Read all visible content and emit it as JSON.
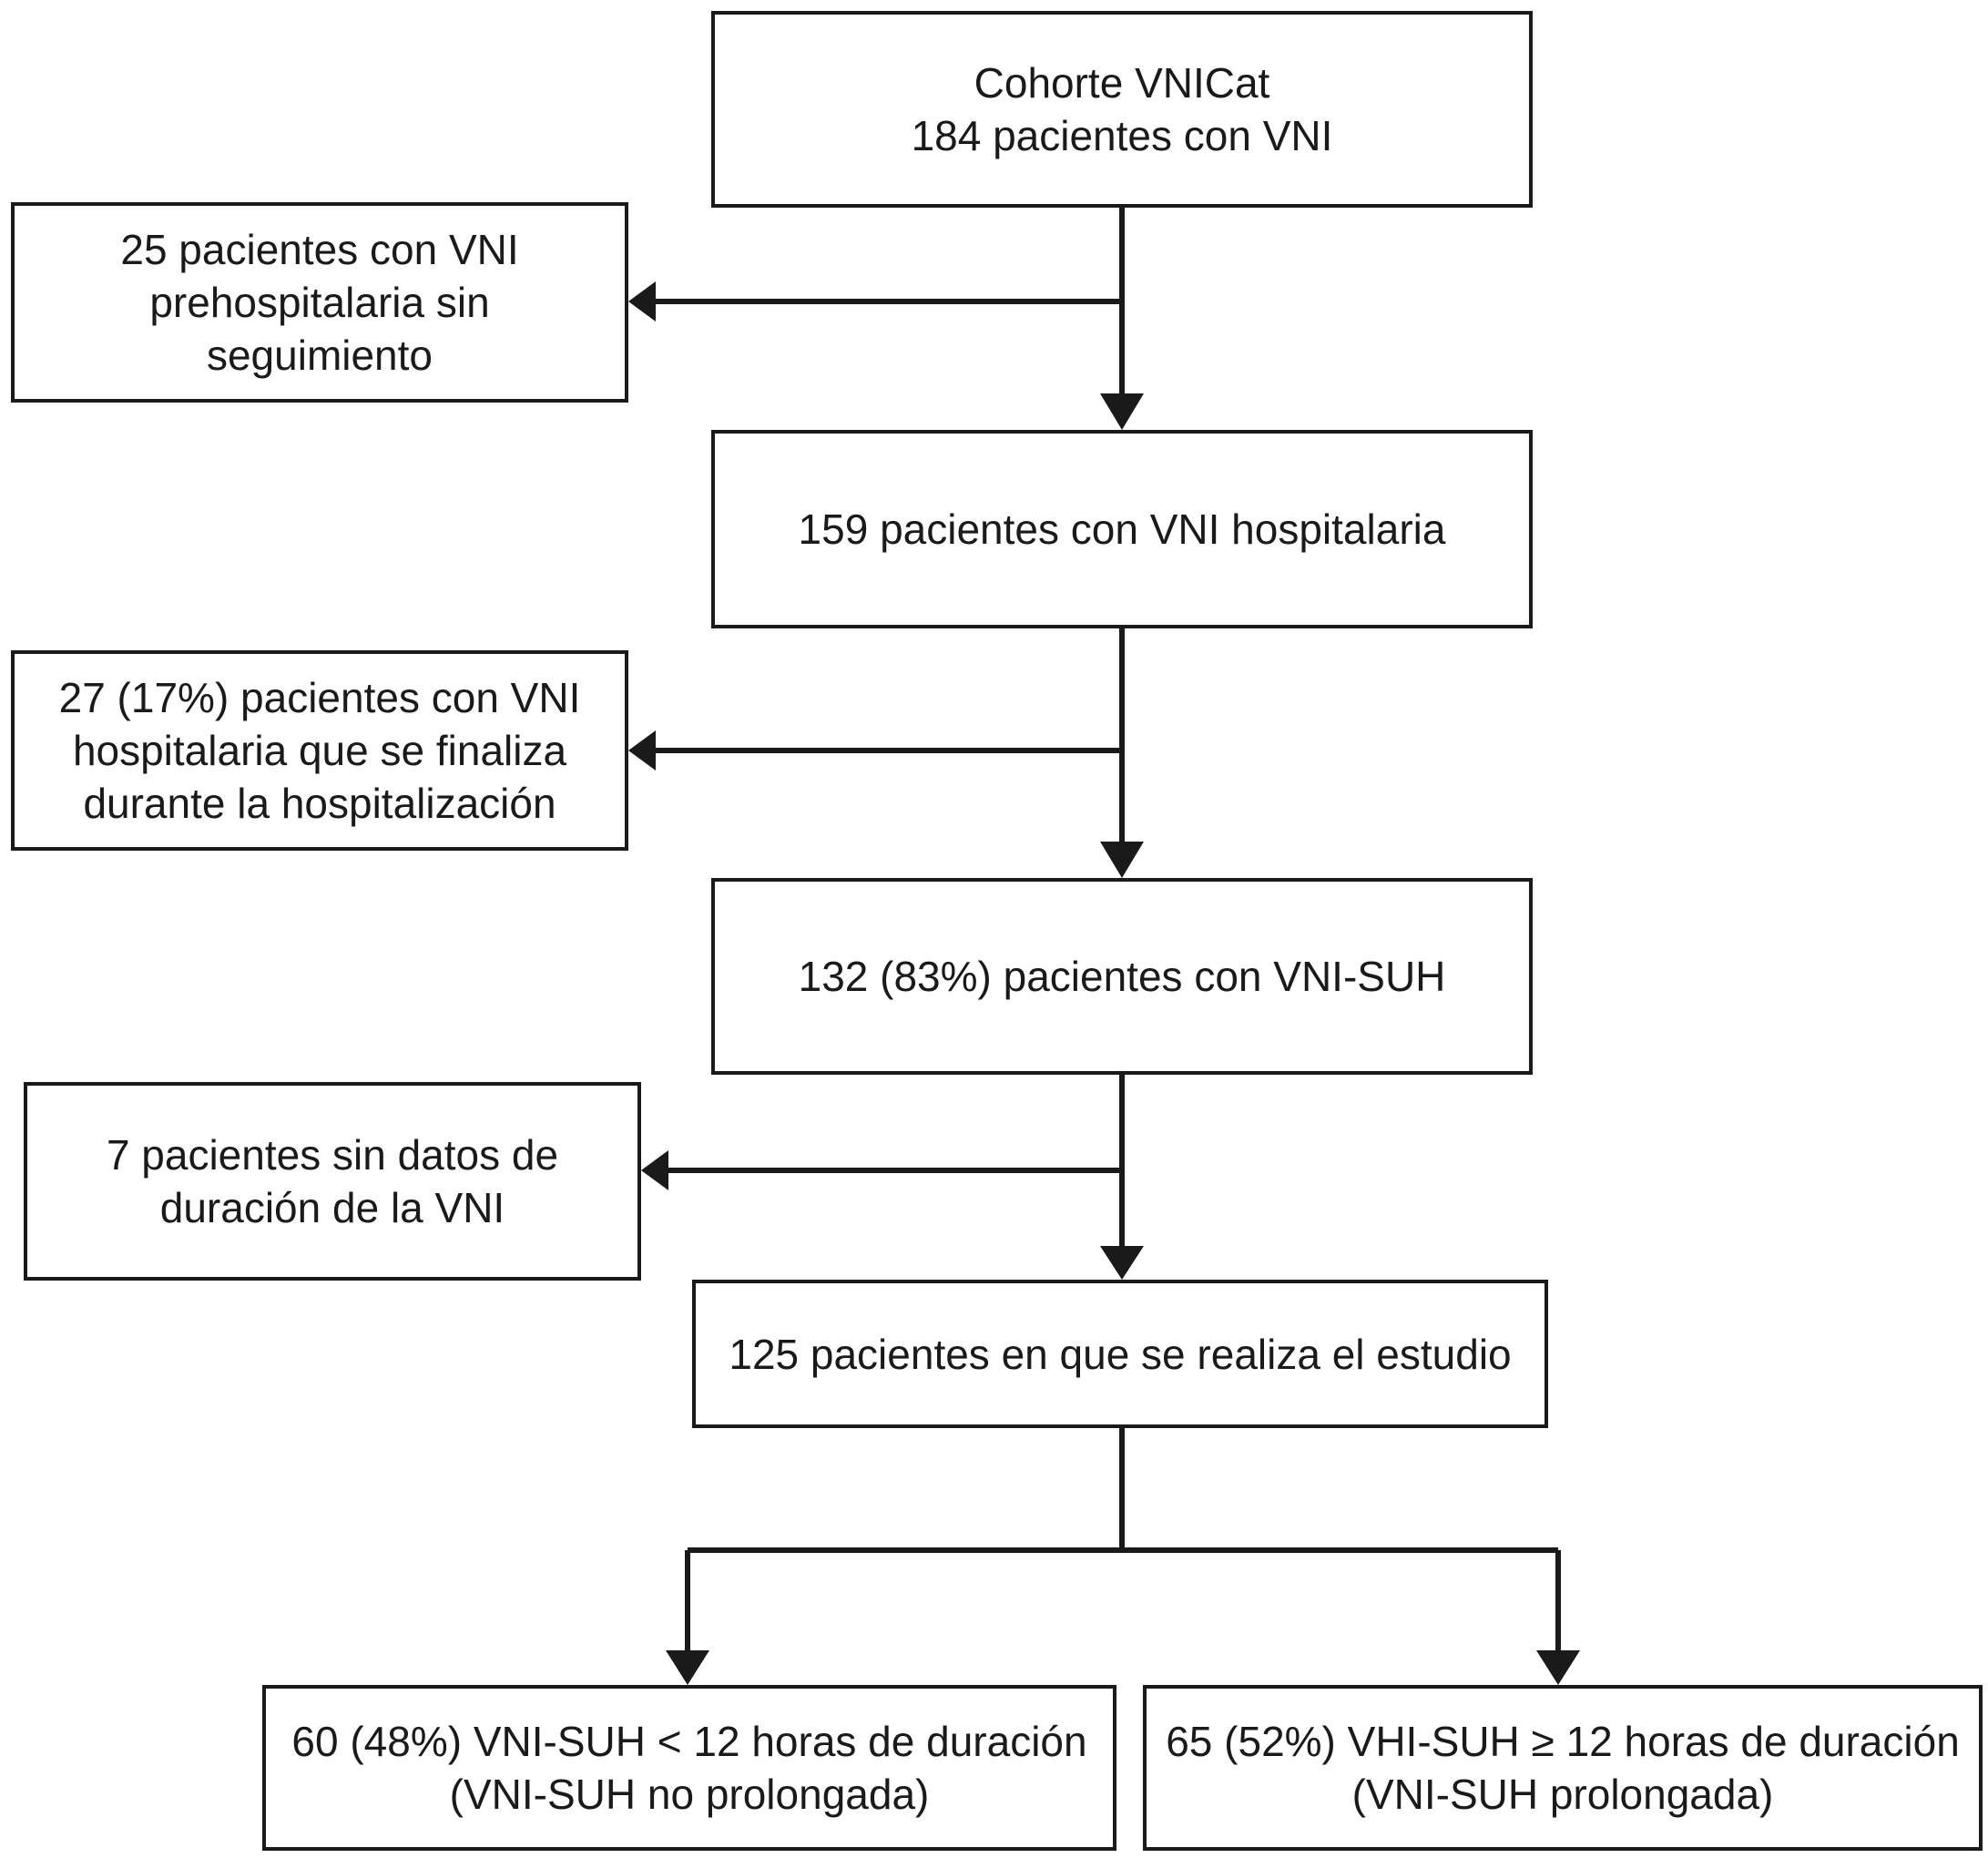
{
  "boxes": {
    "cohort": {
      "lines": [
        "Cohorte VNICat",
        "184 pacientes con VNI"
      ]
    },
    "excluded_prehospital": {
      "lines": [
        "25 pacientes con VNI",
        "prehospitalaria sin",
        "seguimiento"
      ]
    },
    "hospital": {
      "lines": [
        "159 pacientes con VNI hospitalaria"
      ]
    },
    "excluded_hospital_end": {
      "lines": [
        "27 (17%) pacientes con VNI",
        "hospitalaria que se finaliza",
        "durante la hospitalización"
      ]
    },
    "vni_suh": {
      "lines": [
        "132 (83%) pacientes con VNI-SUH"
      ]
    },
    "excluded_no_duration": {
      "lines": [
        "7 pacientes sin datos de",
        "duración de la VNI"
      ]
    },
    "study": {
      "lines": [
        "125 pacientes en que se realiza el estudio"
      ]
    },
    "short": {
      "lines": [
        "60 (48%) VNI-SUH < 12 horas de duración",
        "(VNI-SUH no prolongada)"
      ]
    },
    "long": {
      "lines": [
        "65 (52%) VHI-SUH ≥ 12 horas de duración",
        "(VNI-SUH prolongada)"
      ]
    }
  }
}
